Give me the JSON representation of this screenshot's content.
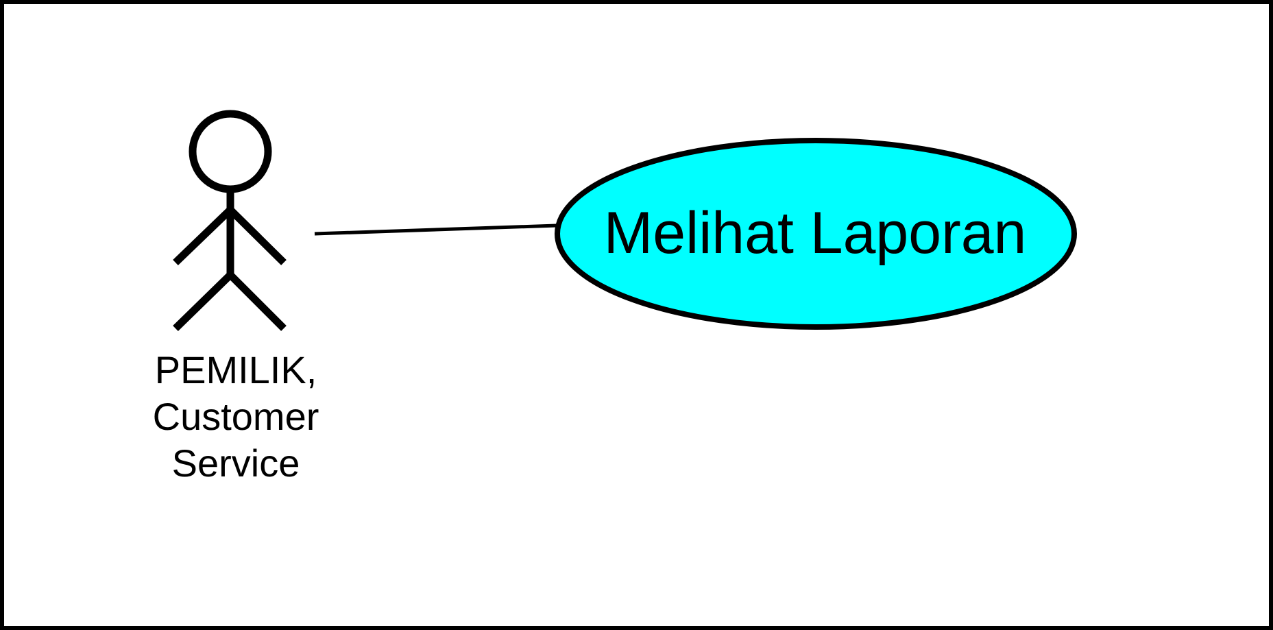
{
  "diagram": {
    "type": "use-case",
    "actor": {
      "label_lines": [
        "PEMILIK,",
        "Customer",
        "Service"
      ],
      "icon": "stick-figure-actor-icon"
    },
    "use_case": {
      "label": "Melihat Laporan",
      "fill_color": "#00ffff",
      "stroke_color": "#000000"
    },
    "association": {
      "from": "actor",
      "to": "use_case"
    },
    "frame_color": "#000000",
    "background_color": "#ffffff"
  }
}
